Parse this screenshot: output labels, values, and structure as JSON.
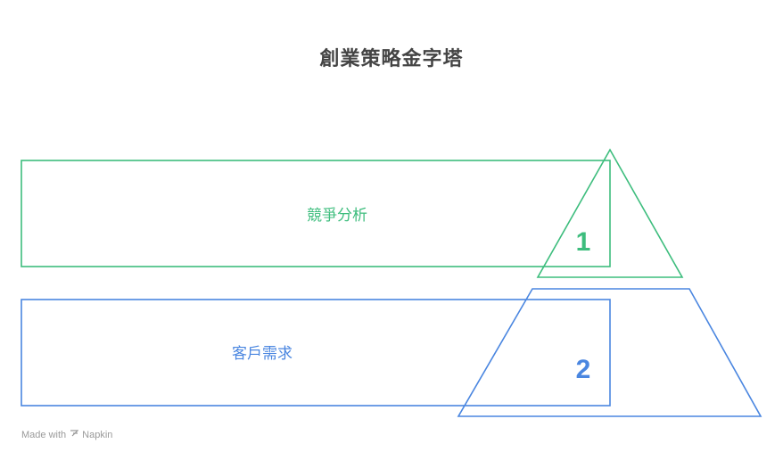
{
  "title": "創業策略金字塔",
  "levels": [
    {
      "label": "競爭分析",
      "number": "1",
      "color": "#3dbd7d"
    },
    {
      "label": "客戶需求",
      "number": "2",
      "color": "#4a86e0"
    }
  ],
  "footer": {
    "prefix": "Made with",
    "brand": "Napkin",
    "icon": "napkin-logo-icon"
  }
}
